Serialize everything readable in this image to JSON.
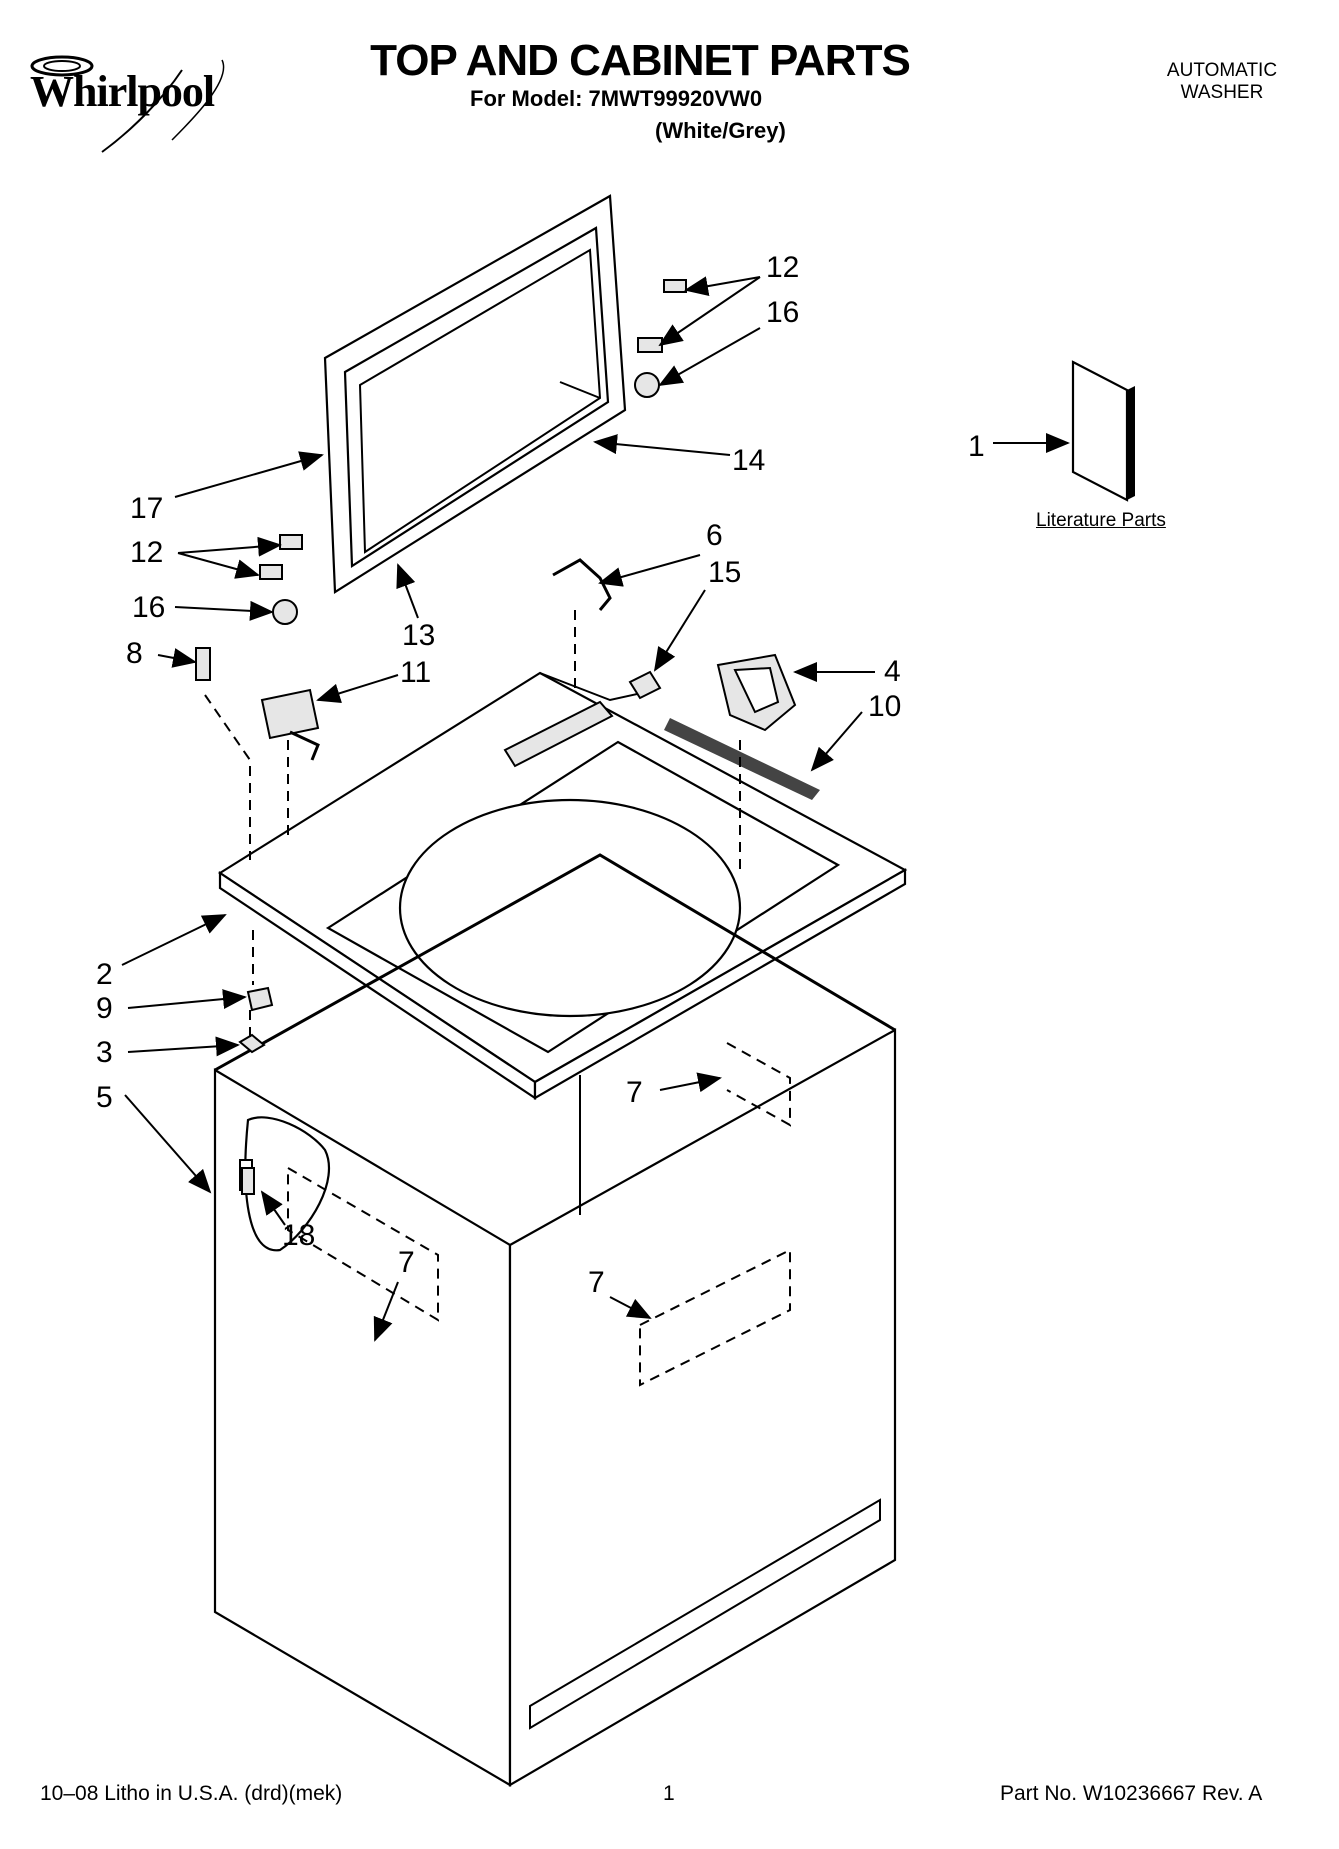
{
  "header": {
    "brand": "Whirlpool",
    "title": "TOP AND CABINET PARTS",
    "model_line": "For Model: 7MWT99920VW0",
    "color_line": "(White/Grey)",
    "appliance_line1": "AUTOMATIC",
    "appliance_line2": "WASHER"
  },
  "literature": {
    "label": "Literature Parts"
  },
  "callouts": {
    "c1": "1",
    "c2": "2",
    "c3": "3",
    "c4": "4",
    "c5": "5",
    "c6": "6",
    "c7a": "7",
    "c7b": "7",
    "c7c": "7",
    "c8": "8",
    "c9": "9",
    "c10": "10",
    "c11": "11",
    "c12a": "12",
    "c12b": "12",
    "c13": "13",
    "c14": "14",
    "c15": "15",
    "c16a": "16",
    "c16b": "16",
    "c17": "17",
    "c18": "18"
  },
  "footer": {
    "litho": "10–08 Litho in U.S.A. (drd)(mek)",
    "page": "1",
    "part_no": "Part No. W10236667 Rev. A"
  }
}
